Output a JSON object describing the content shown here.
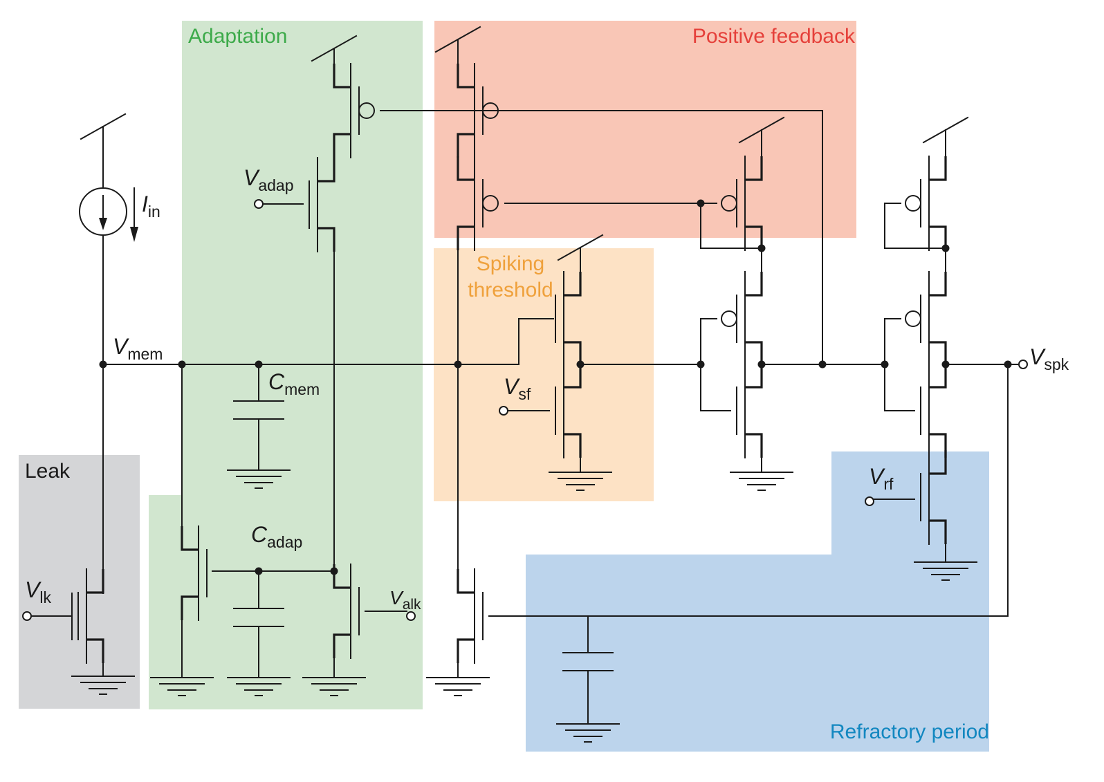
{
  "figure": {
    "title": "Adaptive exponential integrate-and-fire neuron circuit"
  },
  "regions": [
    {
      "id": "adaptation",
      "label": "Adaptation",
      "fill": "#d1e6cf",
      "text_color": "#3daa4a"
    },
    {
      "id": "positive-feedback",
      "label": "Positive feedback",
      "fill": "#f9c6b6",
      "text_color": "#e5403a"
    },
    {
      "id": "spiking-threshold",
      "label_lines": [
        "Spiking",
        "threshold"
      ],
      "fill": "#fde2c5",
      "text_color": "#efa13c"
    },
    {
      "id": "leak",
      "label": "Leak",
      "fill": "#d4d5d7",
      "text_color": "#1a1a1a"
    },
    {
      "id": "refractory-period",
      "label": "Refractory period",
      "fill": "#bcd4ec",
      "text_color": "#1287c0"
    }
  ],
  "labels": {
    "i_in": {
      "main": "I",
      "sub": "in"
    },
    "v_mem": {
      "main": "V",
      "sub": "mem"
    },
    "c_mem": {
      "main": "C",
      "sub": "mem"
    },
    "c_adap": {
      "main": "C",
      "sub": "adap"
    },
    "v_adap": {
      "main": "V",
      "sub": "adap"
    },
    "v_lk": {
      "main": "V",
      "sub": "lk"
    },
    "v_alk": {
      "main": "V",
      "sub": "alk"
    },
    "v_sf": {
      "main": "V",
      "sub": "sf"
    },
    "v_rf": {
      "main": "V",
      "sub": "rf"
    },
    "v_spk": {
      "main": "V",
      "sub": "spk"
    }
  },
  "components": {
    "transistors": [
      {
        "id": "m-adap-p",
        "type": "pmos",
        "region": "adaptation"
      },
      {
        "id": "m-adap-n",
        "type": "nmos",
        "region": "adaptation",
        "gate": "V_adap"
      },
      {
        "id": "m-pf-1",
        "type": "pmos",
        "region": "positive-feedback"
      },
      {
        "id": "m-pf-2",
        "type": "pmos",
        "region": "positive-feedback"
      },
      {
        "id": "m-pf-3",
        "type": "pmos",
        "region": "positive-feedback"
      },
      {
        "id": "m-sf-1",
        "type": "nmos",
        "region": "spiking-threshold"
      },
      {
        "id": "m-sf-2",
        "type": "nmos",
        "region": "spiking-threshold",
        "gate": "V_sf"
      },
      {
        "id": "m-inv1-p",
        "type": "pmos",
        "region": "none"
      },
      {
        "id": "m-inv1-n",
        "type": "nmos",
        "region": "none"
      },
      {
        "id": "m-inv2-p0",
        "type": "pmos",
        "region": "none"
      },
      {
        "id": "m-inv2-p",
        "type": "pmos",
        "region": "none"
      },
      {
        "id": "m-inv2-n",
        "type": "nmos",
        "region": "none"
      },
      {
        "id": "m-rf",
        "type": "nmos",
        "region": "refractory-period",
        "gate": "V_rf"
      },
      {
        "id": "m-lk",
        "type": "nmos",
        "region": "leak",
        "gate": "V_lk"
      },
      {
        "id": "m-adap-src",
        "type": "nmos",
        "region": "adaptation"
      },
      {
        "id": "m-alk",
        "type": "nmos",
        "region": "adaptation",
        "gate": "V_alk"
      },
      {
        "id": "m-reset",
        "type": "nmos",
        "region": "none"
      }
    ],
    "capacitors": [
      "C_mem",
      "C_adap",
      "C_refr"
    ],
    "current_sources": [
      "I_in"
    ]
  }
}
